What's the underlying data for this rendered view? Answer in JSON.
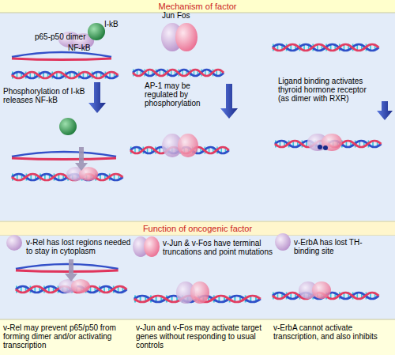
{
  "diagram": {
    "title": "Mechanism of factor",
    "labels": [
      "I-kB",
      "p65-p50 dimer",
      "NF-kB",
      "Jun Fos",
      "Phosphorylation of I-kB releases NF-kB",
      "AP-1 may be regulated by phosphorylation",
      "Ligand binding activates thyroid hormone receptor (as dimer with RXR)",
      "Function of oncogenic factor",
      "v-Rel has lost regions needed to stay in cytoplasm",
      "v-Jun & v-Fos have terminal truncations and point mutations",
      "v-ErbA has lost TH-binding site",
      "v-Rel may prevent p65/p50 from forming dimer and/or activating transcription",
      "v-Jun and v-Fos may activate target genes without responding to usual controls",
      "v-ErbA cannot activate transcription, and also inhibits"
    ]
  }
}
